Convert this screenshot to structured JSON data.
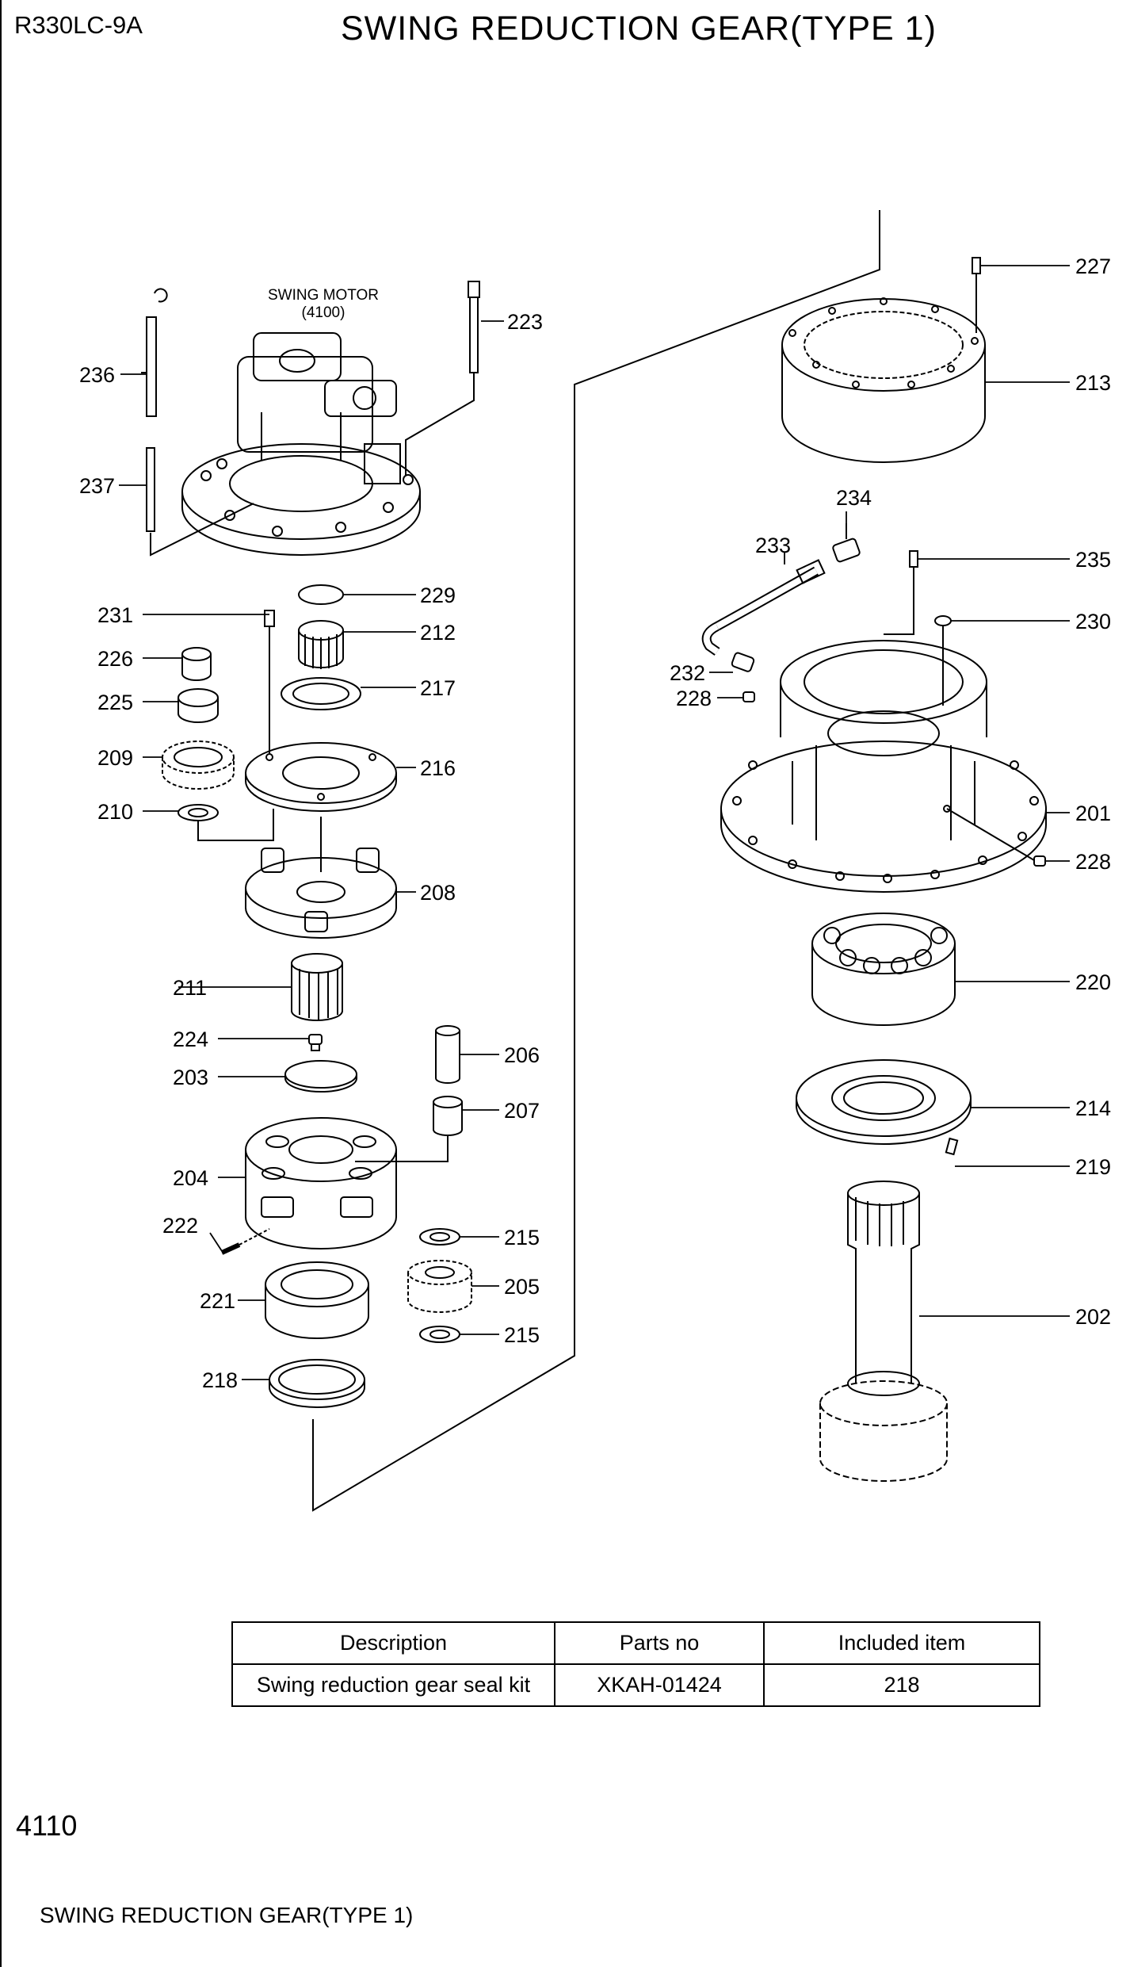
{
  "header": {
    "model": "R330LC-9A",
    "title": "SWING REDUCTION GEAR(TYPE 1)"
  },
  "motor_label": {
    "line1": "SWING MOTOR",
    "line2": "(4100)"
  },
  "callouts": {
    "c223": "223",
    "c236": "236",
    "c237": "237",
    "c229": "229",
    "c231": "231",
    "c212": "212",
    "c226": "226",
    "c217": "217",
    "c225": "225",
    "c209": "209",
    "c216": "216",
    "c210": "210",
    "c208": "208",
    "c211": "211",
    "c224": "224",
    "c206": "206",
    "c203": "203",
    "c207": "207",
    "c204": "204",
    "c222": "222",
    "c215a": "215",
    "c221": "221",
    "c205": "205",
    "c215b": "215",
    "c218": "218",
    "c227": "227",
    "c213": "213",
    "c234": "234",
    "c233": "233",
    "c235": "235",
    "c230": "230",
    "c232": "232",
    "c228a": "228",
    "c201": "201",
    "c228b": "228",
    "c220": "220",
    "c214": "214",
    "c219": "219",
    "c202": "202"
  },
  "kit_table": {
    "headers": [
      "Description",
      "Parts no",
      "Included item"
    ],
    "rows": [
      [
        "Swing reduction gear seal kit",
        "XKAH-01424",
        "218"
      ]
    ]
  },
  "page_number": "4110",
  "footer_title": "SWING REDUCTION GEAR(TYPE 1)"
}
